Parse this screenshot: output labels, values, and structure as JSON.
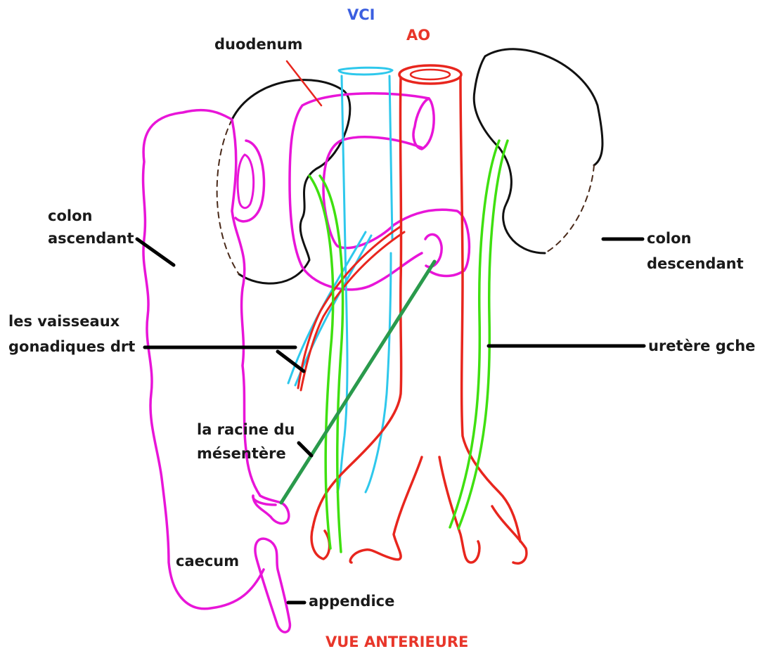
{
  "labels": {
    "vci": "VCI",
    "ao": "AO",
    "duodenum": "duodenum",
    "colon_ascendant_1": "colon",
    "colon_ascendant_2": "ascendant",
    "colon_descendant_1": "colon",
    "colon_descendant_2": "descendant",
    "vaisseaux_1": "les vaisseaux",
    "vaisseaux_2": "gonadiques drt",
    "uretere": "uretère gche",
    "racine_1": "la racine du",
    "racine_2": "mésentère",
    "caecum": "caecum",
    "appendice": "appendice",
    "vue": "VUE ANTERIEURE"
  },
  "colors": {
    "colon": "#e815d8",
    "aorta": "#e8261e",
    "vena_cava": "#2ec8ec",
    "ureter": "#3fe010",
    "mesentery_root": "#2a9a4c",
    "kidney": "#111111",
    "label_blue": "#3b5fe0",
    "label_red": "#e8362a"
  }
}
